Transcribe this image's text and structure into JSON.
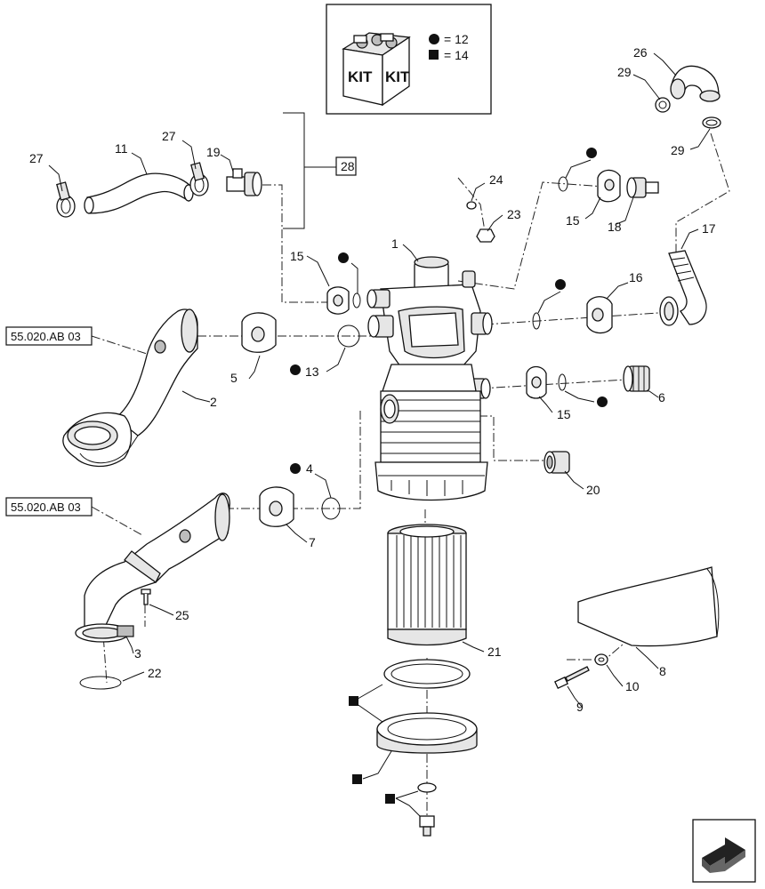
{
  "kit_legend": {
    "kit_text": "KIT",
    "circle_symbol": "●",
    "circle_value": "= 12",
    "square_symbol": "■",
    "square_value": "= 14"
  },
  "references": {
    "upper": "55.020.AB 03",
    "lower": "55.020.AB 03"
  },
  "group_label": "28",
  "callouts": {
    "c1": "1",
    "c2": "2",
    "c3": "3",
    "c4": "4",
    "c5": "5",
    "c6": "6",
    "c7": "7",
    "c8": "8",
    "c9": "9",
    "c10": "10",
    "c11": "11",
    "c13": "13",
    "c15a": "15",
    "c15b": "15",
    "c15c": "15",
    "c16": "16",
    "c17": "17",
    "c18": "18",
    "c19": "19",
    "c20": "20",
    "c21": "21",
    "c22": "22",
    "c23": "23",
    "c24": "24",
    "c25": "25",
    "c26": "26",
    "c27a": "27",
    "c27b": "27",
    "c29a": "29",
    "c29b": "29"
  },
  "nav": {
    "icon": "next-page-arrow-icon"
  }
}
